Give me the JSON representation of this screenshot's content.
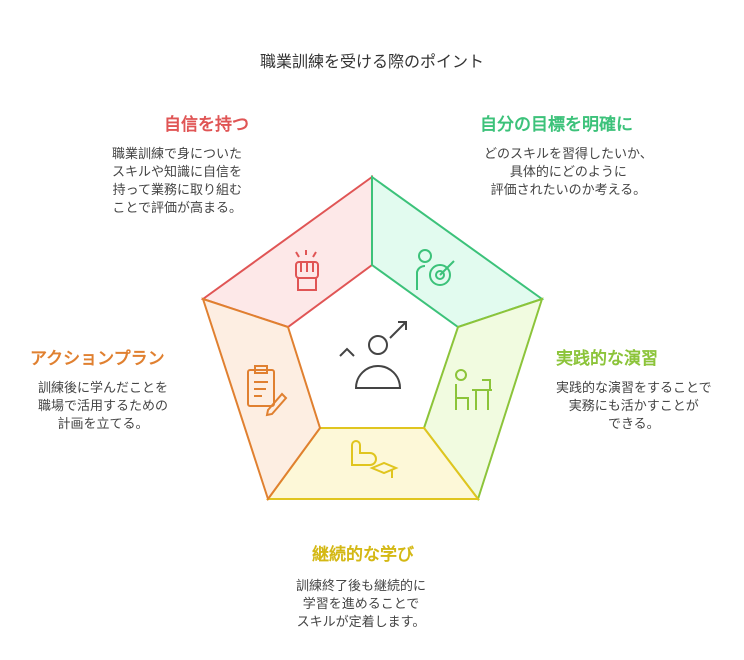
{
  "title": "職業訓練を受ける際のポイント",
  "sections": [
    {
      "title": "自信を持つ",
      "desc": "職業訓練で身についた\nスキルや知識に自信を\n持って業務に取り組む\nことで評価が高まる。",
      "color": "#e05555",
      "fill": "#fde8e8",
      "icon": "fist-icon"
    },
    {
      "title": "自分の目標を明確に",
      "desc": "どのスキルを習得したいか、\n具体的にどのように\n評価されたいのか考える。",
      "color": "#3cc27a",
      "fill": "#e2fbef",
      "icon": "target-person-icon"
    },
    {
      "title": "実践的な演習",
      "desc": "実践的な演習をすることで\n実務にも活かすことが\nできる。",
      "color": "#8cc43a",
      "fill": "#f1fbe0",
      "icon": "person-at-desk-icon"
    },
    {
      "title": "継続的な学び",
      "desc": "訓練終了後も継続的に\n学習を進めることで\nスキルが定着します。",
      "color": "#e0c51f",
      "fill": "#fdf8d8",
      "icon": "graduation-arm-icon"
    },
    {
      "title": "アクションプラン",
      "desc": "訓練後に学んだことを\n職場で活用するための\n計画を立てる。",
      "color": "#e08030",
      "fill": "#fdeee2",
      "icon": "clipboard-pencil-icon"
    }
  ]
}
